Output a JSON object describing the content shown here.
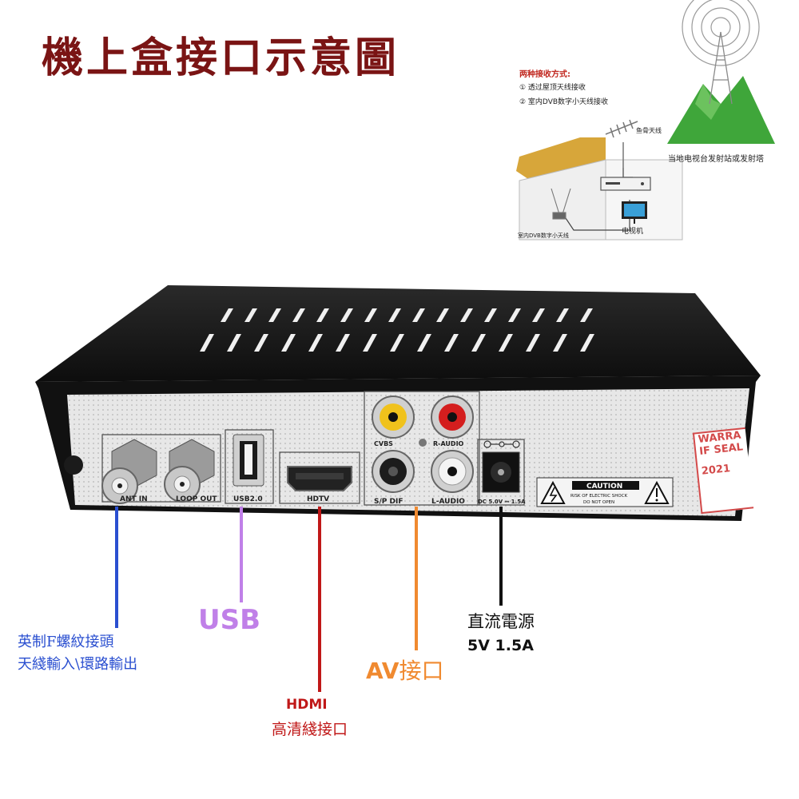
{
  "title": "機上盒接口示意圖",
  "inset": {
    "heading": "两种接收方式:",
    "method_1": "① 透过屋顶天线接收",
    "method_2": "② 室内DVB数字小天线接收",
    "antenna_label": "鱼骨天线",
    "tower_label": "当地电视台发射站或发射塔",
    "tv_label": "电视机",
    "indoor_label": "室内DVB数字小天线"
  },
  "panel": {
    "ant_in": "ANT IN",
    "loop_out": "LOOP OUT",
    "usb": "USB2.0",
    "hdtv": "HDTV",
    "cvbs": "CVBS",
    "r_audio": "R-AUDIO",
    "spdif": "S/P DIF",
    "l_audio": "L-AUDIO",
    "dc": "DC 5.0V ⎓ 1.5A",
    "caution_title": "CAUTION",
    "caution_line1": "RISK OF ELECTRIC SHOCK",
    "caution_line2": "DO NOT OPEN",
    "sticker_1": "WARRA",
    "sticker_2": "IF SEAL",
    "sticker_3": "2021"
  },
  "callouts": {
    "f_connector_line1": "英制F螺紋接頭",
    "f_connector_line2": "天綫輸入\\環路輸出",
    "usb": "USB",
    "hdmi": "HDMI",
    "hdmi_desc": "高清綫接口",
    "av": "AV",
    "av_desc": "接口",
    "dc_desc": "直流電源",
    "dc_spec": "5V 1.5A"
  },
  "colors": {
    "title": "#7a1414",
    "f_connector": "#2a4fd0",
    "usb": "#c080e8",
    "hdmi": "#c01818",
    "av": "#f08a30",
    "dc": "#111111"
  }
}
